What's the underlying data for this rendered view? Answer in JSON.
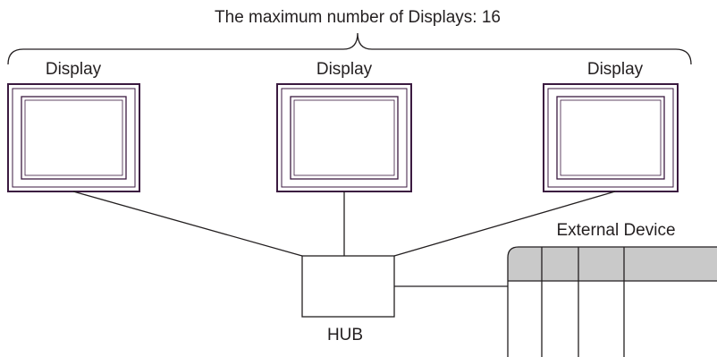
{
  "title": "The maximum number of Displays: 16",
  "displays": [
    {
      "label": "Display"
    },
    {
      "label": "Display"
    },
    {
      "label": "Display"
    }
  ],
  "hub": {
    "label": "HUB"
  },
  "external_device": {
    "label": "External Device"
  },
  "colors": {
    "line": "#231f20",
    "display_border": "#3b1a40",
    "device_header": "#c9c9c9"
  }
}
